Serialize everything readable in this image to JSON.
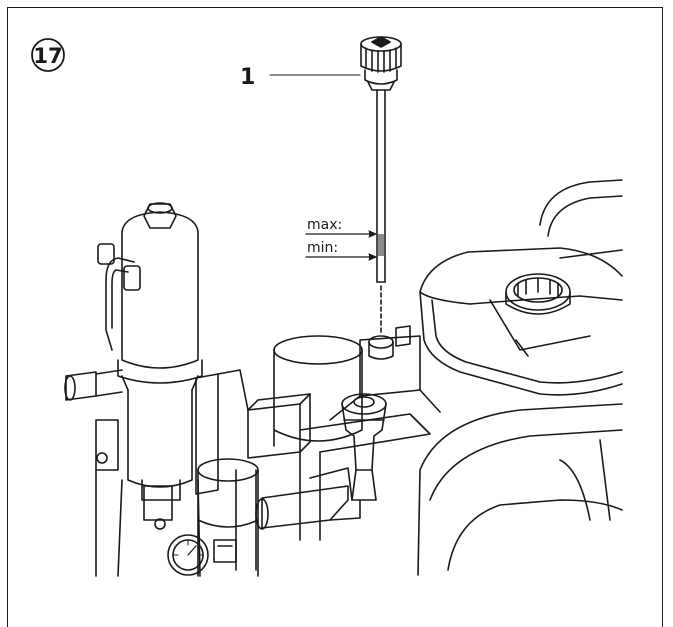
{
  "figure": {
    "step_number": "17",
    "callouts": [
      {
        "id": "dipstick",
        "label": "1"
      }
    ],
    "level_marks": {
      "max_label": "max:",
      "min_label": "min:"
    }
  }
}
